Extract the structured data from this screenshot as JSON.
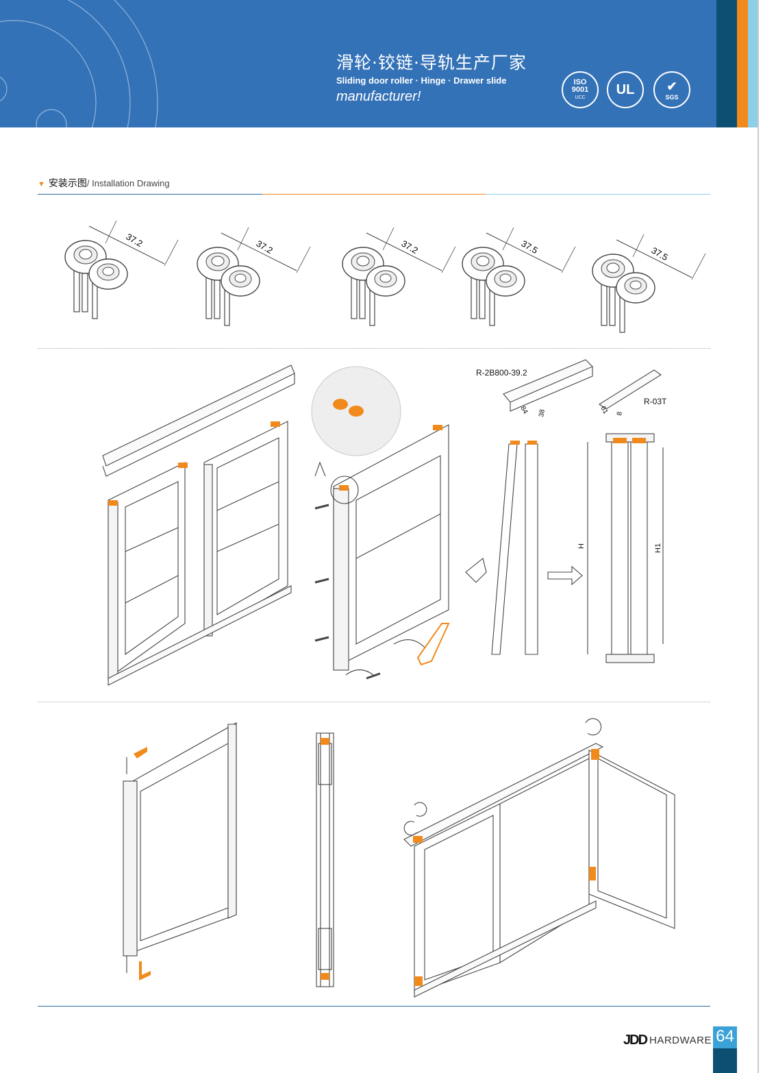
{
  "header": {
    "title_cn": "滑轮·铰链·导轨生产厂家",
    "title_en_line1": "Sliding door roller · Hinge · Drawer slide",
    "title_en_line2": "manufacturer!",
    "cert_iso": "ISO",
    "cert_iso_num": "9001",
    "cert_iso_sub": "UCC",
    "cert_ul": "UL",
    "cert_sgs": "SGS"
  },
  "section": {
    "title_cn": "安装示图",
    "title_en": "/ Installation Drawing"
  },
  "rollers": {
    "dims": [
      "37.2",
      "37.2",
      "37.2",
      "37.5",
      "37.5"
    ]
  },
  "profiles": {
    "top_track": "R-2B800-39.2",
    "top_dim_a": "84",
    "top_dim_b": "38",
    "bottom_track": "R-03T",
    "bottom_dim_a": "61",
    "bottom_dim_b": "8",
    "height_label": "H",
    "height1_label": "H1"
  },
  "footer": {
    "brand_logo": "JDD",
    "brand_text": "HARDWARE",
    "page_number": "64"
  },
  "colors": {
    "header_blue": "#3472b7",
    "accent_orange": "#f08a1c",
    "dark_blue": "#0d4f72",
    "light_blue": "#8ecfe8"
  }
}
